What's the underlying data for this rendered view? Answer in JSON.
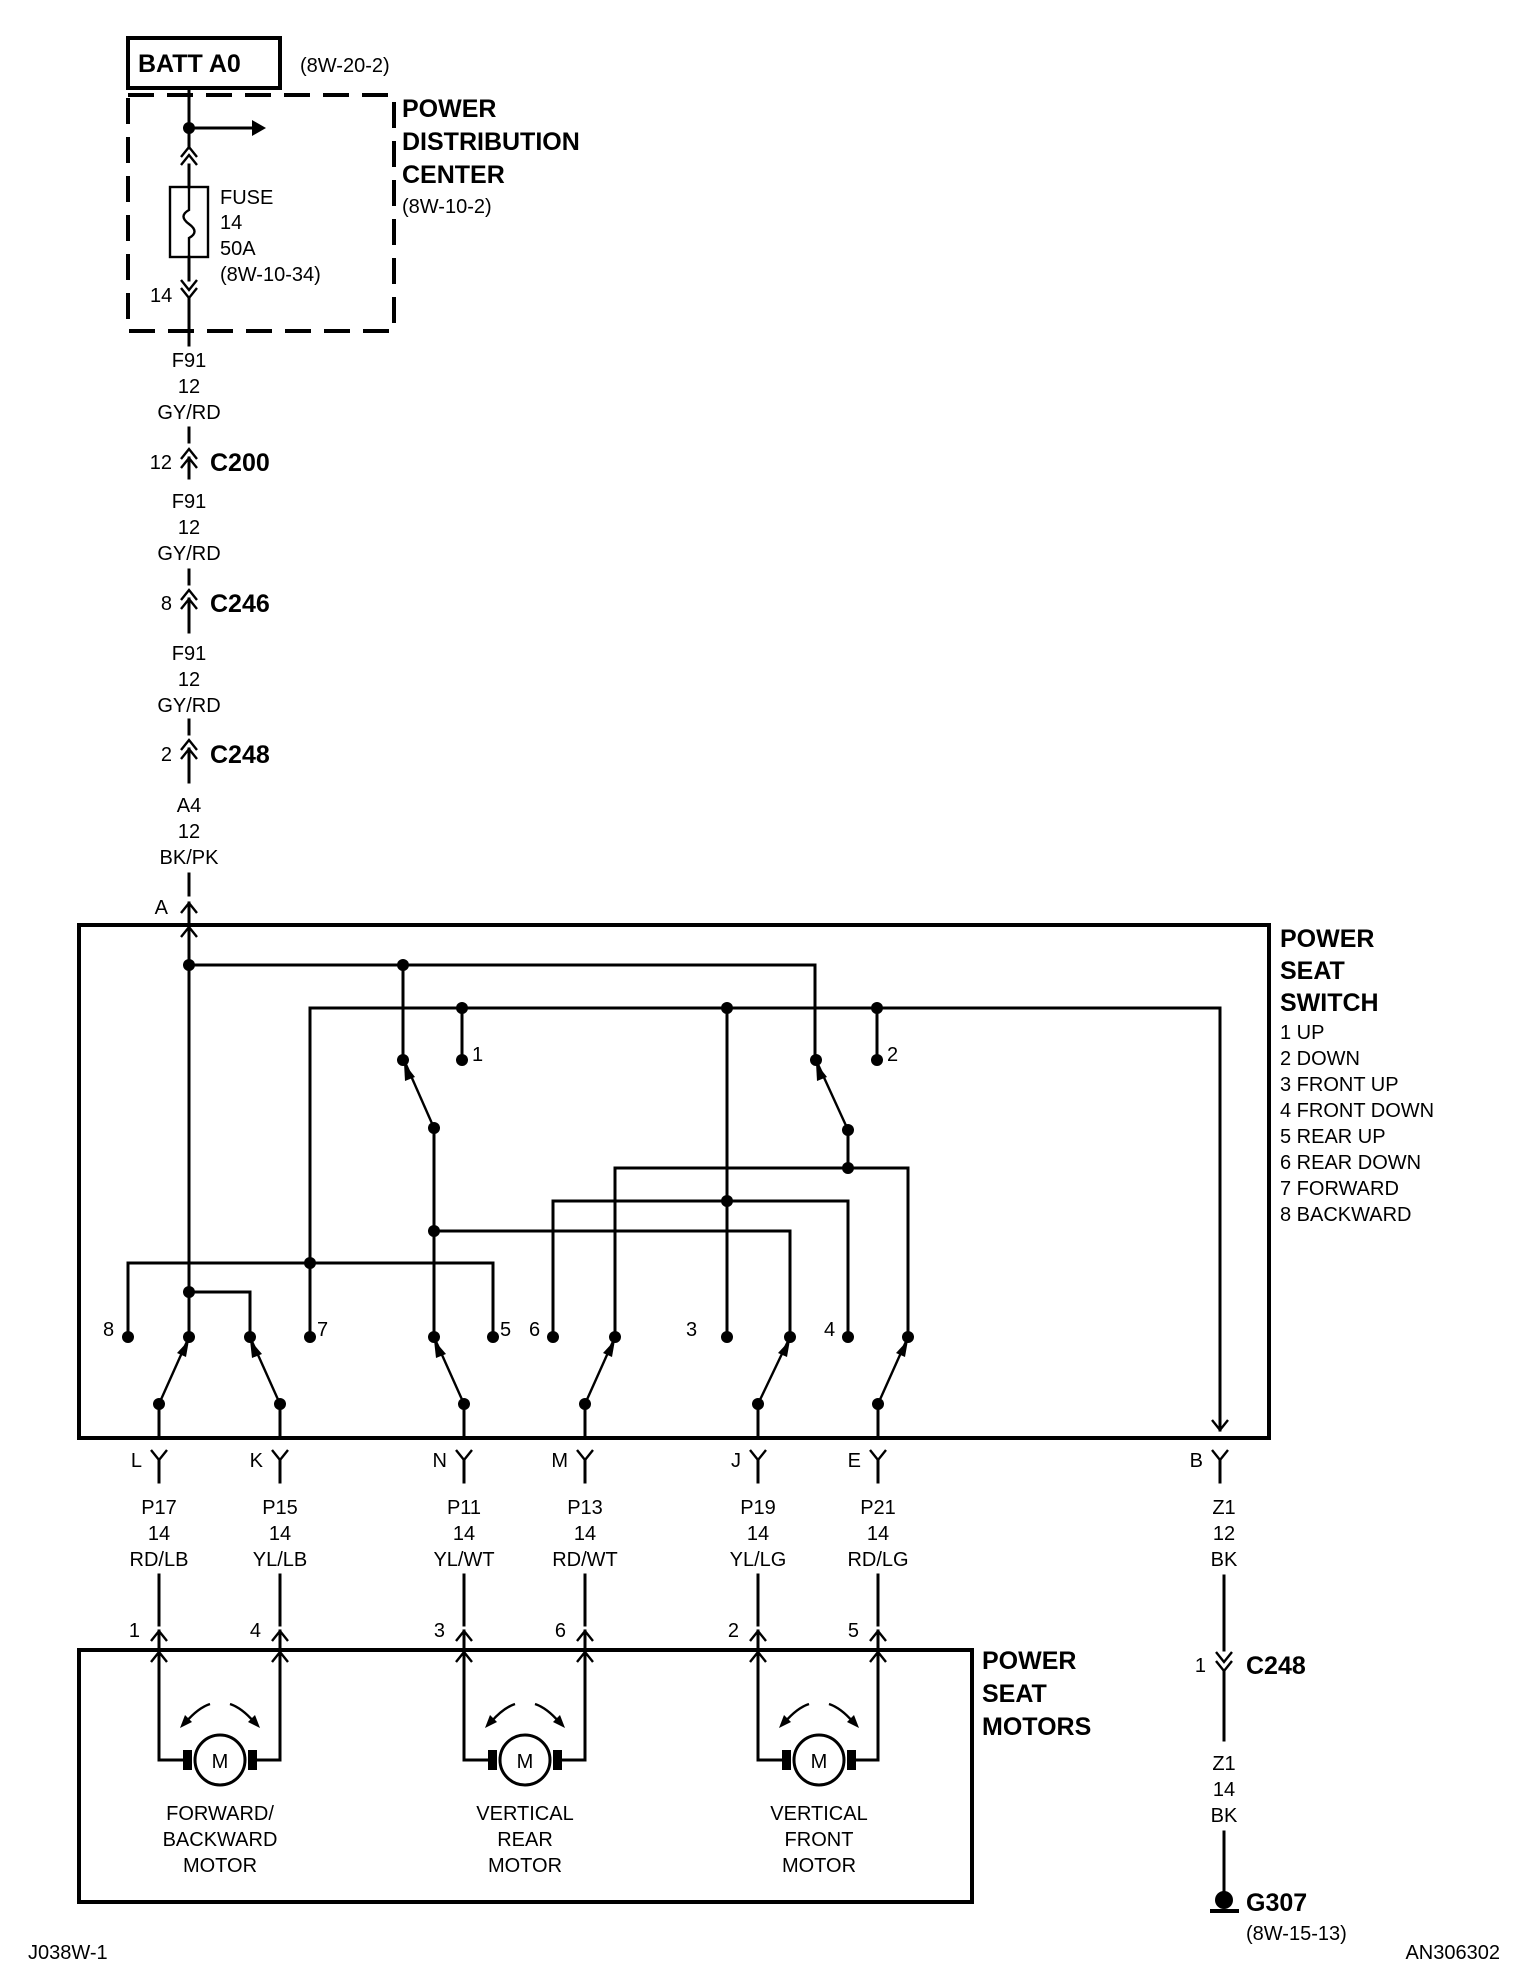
{
  "battery": {
    "label": "BATT A0",
    "ref": "(8W-20-2)"
  },
  "pdc": {
    "title_lines": [
      "POWER",
      "DISTRIBUTION",
      "CENTER"
    ],
    "ref": "(8W-10-2)",
    "fuse_lines": [
      "FUSE",
      "14",
      "50A",
      "(8W-10-34)"
    ],
    "fuse_pin": "14"
  },
  "feed_wires": [
    {
      "circuit": "F91",
      "gauge": "12",
      "color": "GY/RD"
    },
    {
      "circuit": "F91",
      "gauge": "12",
      "color": "GY/RD"
    },
    {
      "circuit": "F91",
      "gauge": "12",
      "color": "GY/RD"
    },
    {
      "circuit": "A4",
      "gauge": "12",
      "color": "BK/PK"
    }
  ],
  "connectors": [
    {
      "pin": "12",
      "name": "C200"
    },
    {
      "pin": "8",
      "name": "C246"
    },
    {
      "pin": "2",
      "name": "C248"
    }
  ],
  "switch_input_pin": "A",
  "switch": {
    "title_lines": [
      "POWER",
      "SEAT",
      "SWITCH"
    ],
    "legend": [
      "1 UP",
      "2 DOWN",
      "3 FRONT UP",
      "4 FRONT DOWN",
      "5 REAR UP",
      "6 REAR DOWN",
      "7 FORWARD",
      "8 BACKWARD"
    ],
    "contacts": [
      "1",
      "2",
      "8",
      "7",
      "5",
      "6",
      "3",
      "4"
    ]
  },
  "outputs": [
    {
      "pin": "L",
      "circuit": "P17",
      "gauge": "14",
      "color": "RD/LB",
      "motor_pin": "1"
    },
    {
      "pin": "K",
      "circuit": "P15",
      "gauge": "14",
      "color": "YL/LB",
      "motor_pin": "4"
    },
    {
      "pin": "N",
      "circuit": "P11",
      "gauge": "14",
      "color": "YL/WT",
      "motor_pin": "3"
    },
    {
      "pin": "M",
      "circuit": "P13",
      "gauge": "14",
      "color": "RD/WT",
      "motor_pin": "6"
    },
    {
      "pin": "J",
      "circuit": "P19",
      "gauge": "14",
      "color": "YL/LG",
      "motor_pin": "2"
    },
    {
      "pin": "E",
      "circuit": "P21",
      "gauge": "14",
      "color": "RD/LG",
      "motor_pin": "5"
    }
  ],
  "ground": {
    "pin": "B",
    "wire1": {
      "circuit": "Z1",
      "gauge": "12",
      "color": "BK"
    },
    "connector": {
      "pin": "1",
      "name": "C248"
    },
    "wire2": {
      "circuit": "Z1",
      "gauge": "14",
      "color": "BK"
    },
    "name": "G307",
    "ref": "(8W-15-13)"
  },
  "motors_box": {
    "title_lines": [
      "POWER",
      "SEAT",
      "MOTORS"
    ],
    "motor_symbol": "M",
    "motors": [
      {
        "name_lines": [
          "FORWARD/",
          "BACKWARD",
          "MOTOR"
        ]
      },
      {
        "name_lines": [
          "VERTICAL",
          "REAR",
          "MOTOR"
        ]
      },
      {
        "name_lines": [
          "VERTICAL",
          "FRONT",
          "MOTOR"
        ]
      }
    ]
  },
  "footer": {
    "left": "J038W-1",
    "right": "AN306302"
  }
}
